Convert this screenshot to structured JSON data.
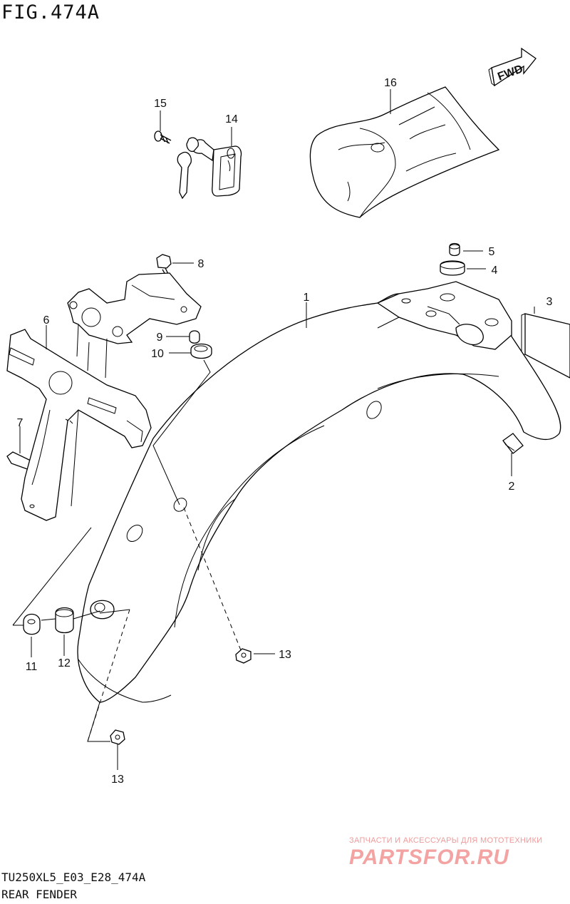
{
  "figure": {
    "title": "FIG.474A",
    "model_code": "TU250XL5_E03_E28_474A",
    "name": "REAR FENDER"
  },
  "direction_tag": "FWD",
  "callouts": [
    "1",
    "2",
    "3",
    "4",
    "5",
    "6",
    "7",
    "8",
    "9",
    "10",
    "11",
    "12",
    "13",
    "13",
    "14",
    "15",
    "16"
  ],
  "watermark": {
    "caption": "ЗАПЧАСТИ И АКСЕССУАРЫ ДЛЯ МОТОТЕХНИКИ",
    "logo": "PARTSFOR.RU"
  }
}
